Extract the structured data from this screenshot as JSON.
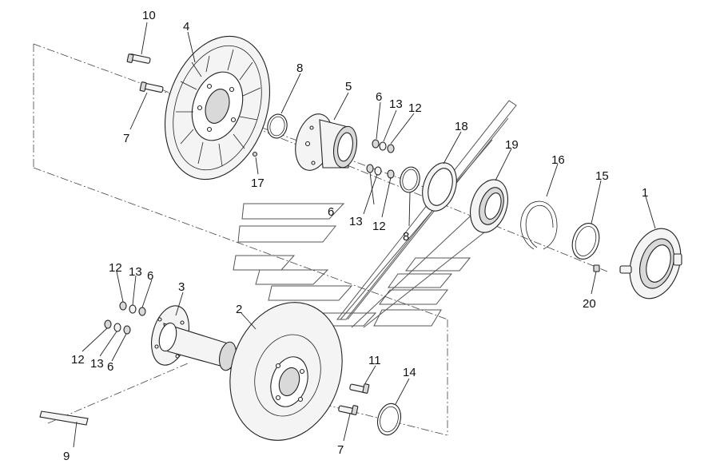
{
  "callouts": [
    {
      "id": "c10a",
      "text": "10"
    },
    {
      "id": "c4",
      "text": "4"
    },
    {
      "id": "c7a",
      "text": "7"
    },
    {
      "id": "c8a",
      "text": "8"
    },
    {
      "id": "c5",
      "text": "5"
    },
    {
      "id": "c6a",
      "text": "6"
    },
    {
      "id": "c13a",
      "text": "13"
    },
    {
      "id": "c12a",
      "text": "12"
    },
    {
      "id": "c17",
      "text": "17"
    },
    {
      "id": "c6b",
      "text": "6"
    },
    {
      "id": "c13b",
      "text": "13"
    },
    {
      "id": "c12b",
      "text": "12"
    },
    {
      "id": "c8b",
      "text": "8"
    },
    {
      "id": "c18",
      "text": "18"
    },
    {
      "id": "c19",
      "text": "19"
    },
    {
      "id": "c16",
      "text": "16"
    },
    {
      "id": "c15",
      "text": "15"
    },
    {
      "id": "c1",
      "text": "1"
    },
    {
      "id": "c20",
      "text": "20"
    },
    {
      "id": "c12c",
      "text": "12"
    },
    {
      "id": "c13c",
      "text": "13"
    },
    {
      "id": "c6c",
      "text": "6"
    },
    {
      "id": "c3",
      "text": "3"
    },
    {
      "id": "c2",
      "text": "2"
    },
    {
      "id": "c12d",
      "text": "12"
    },
    {
      "id": "c13d",
      "text": "13"
    },
    {
      "id": "c6d",
      "text": "6"
    },
    {
      "id": "c11",
      "text": "11"
    },
    {
      "id": "c14",
      "text": "14"
    },
    {
      "id": "c9",
      "text": "9"
    },
    {
      "id": "c7b",
      "text": "7"
    }
  ],
  "colors": {
    "line": "#222222",
    "fill": "#f4f4f4",
    "background": "#ffffff"
  }
}
